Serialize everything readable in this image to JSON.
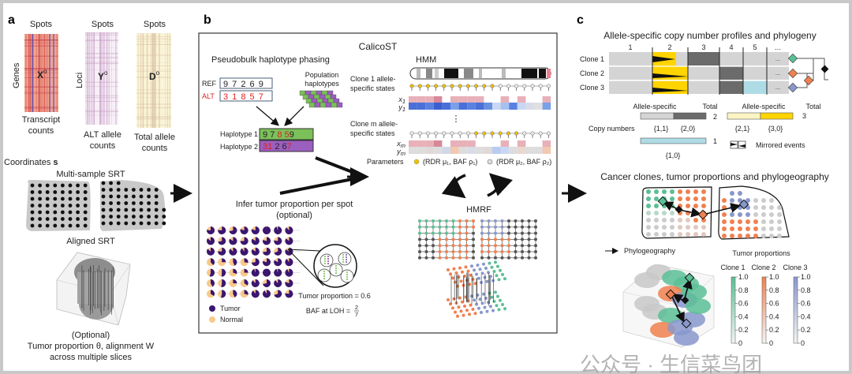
{
  "panel_a": {
    "letter": "a",
    "spots_label": "Spots",
    "genes_label": "Genes",
    "loci_label": "Loci",
    "matrix_x": "X",
    "matrix_y": "Y",
    "matrix_d": "D",
    "superscript": "o",
    "x_caption": [
      "Transcript",
      "counts"
    ],
    "y_caption": [
      "ALT allele",
      "counts"
    ],
    "d_caption": [
      "Total allele",
      "counts"
    ],
    "coordinates_label": "Coordinates",
    "coordinates_symbol": "s",
    "multi_sample": "Multi-sample SRT",
    "aligned": "Aligned SRT",
    "optional": "(Optional)",
    "tumor_line": "Tumor proportion θ, alignment W",
    "across_line": "across multiple slices"
  },
  "panel_b": {
    "letter": "b",
    "title": "CalicoST",
    "phasing_title": "Pseudobulk haplotype phasing",
    "ref_label": "REF",
    "ref_values": "9 7 2 6 9",
    "alt_label": "ALT",
    "alt_values": "3 1 8 5 7",
    "population_haplotypes": [
      "Population",
      "haplotypes"
    ],
    "haplotype1_label": "Haplotype 1",
    "haplotype1_digits": [
      "9",
      "7",
      "8",
      "5",
      "9"
    ],
    "haplotype2_label": "Haplotype 2",
    "haplotype2_digits": [
      "3",
      "1",
      "2",
      "6",
      "7"
    ],
    "hmm_title": "HMM",
    "clone1_states": [
      "Clone 1 allele-",
      "specific states"
    ],
    "x1": "x",
    "y1": "y",
    "sub1": "1",
    "ellipsis": "⋮",
    "clonem_states": [
      "Clone m allele-",
      "specific states"
    ],
    "subm": "m",
    "parameters_label": "Parameters",
    "param1": "(RDR μ₁, BAF ρ₁)",
    "param2": "(RDR μ₂, BAF ρ₂)",
    "hmrf_title": "HMRF",
    "infer_title": [
      "Infer tumor proportion per spot",
      "(optional)"
    ],
    "tumor_proportion_text": "Tumor proportion = 0.6",
    "baf_text": "BAF at LOH =",
    "baf_num": "2",
    "baf_den": "7",
    "legend_tumor": "Tumor",
    "legend_normal": "Normal"
  },
  "panel_c": {
    "letter": "c",
    "cn_title": "Allele-specific copy number profiles and phylogeny",
    "chromosomes": [
      "1",
      "2",
      "3",
      "4",
      "5",
      "..."
    ],
    "clones": [
      "Clone 1",
      "Clone 2",
      "Clone 3"
    ],
    "row_ellipsis": "...",
    "legend_allele_specific": "Allele-specific",
    "legend_total": "Total",
    "total_2": "2",
    "total_3": "3",
    "total_1": "1",
    "copy_numbers_label": "Copy numbers",
    "cn_11": "{1,1}",
    "cn_20": "{2,0}",
    "cn_21": "{2,1}",
    "cn_30": "{3,0}",
    "cn_10": "{1,0}",
    "mirrored": "Mirrored events",
    "clones_title": "Cancer clones, tumor proportions and phylogeography",
    "phylogeography": "Phylogeography",
    "tumor_proportions": "Tumor proportions",
    "colorbar_titles": [
      "Clone 1",
      "Clone 2",
      "Clone 3"
    ],
    "colorbar_ticks": [
      "1.0",
      "0.8",
      "0.6",
      "0.4",
      "0.2",
      "0"
    ]
  },
  "colors": {
    "clone1": "#5bbf95",
    "clone2": "#f08050",
    "clone3": "#8898cc",
    "tumor": "#3a1670",
    "normal": "#f9c98b",
    "cn11": "#d4d4d4",
    "cn20": "#6b6b6b",
    "cn21": "#fbf5c4",
    "cn30": "#ffd400",
    "cn10": "#aedce6",
    "hap1": "#7cc05a",
    "hap2": "#9b5fbf"
  },
  "watermark": "公众号 · 生信菜鸟团"
}
